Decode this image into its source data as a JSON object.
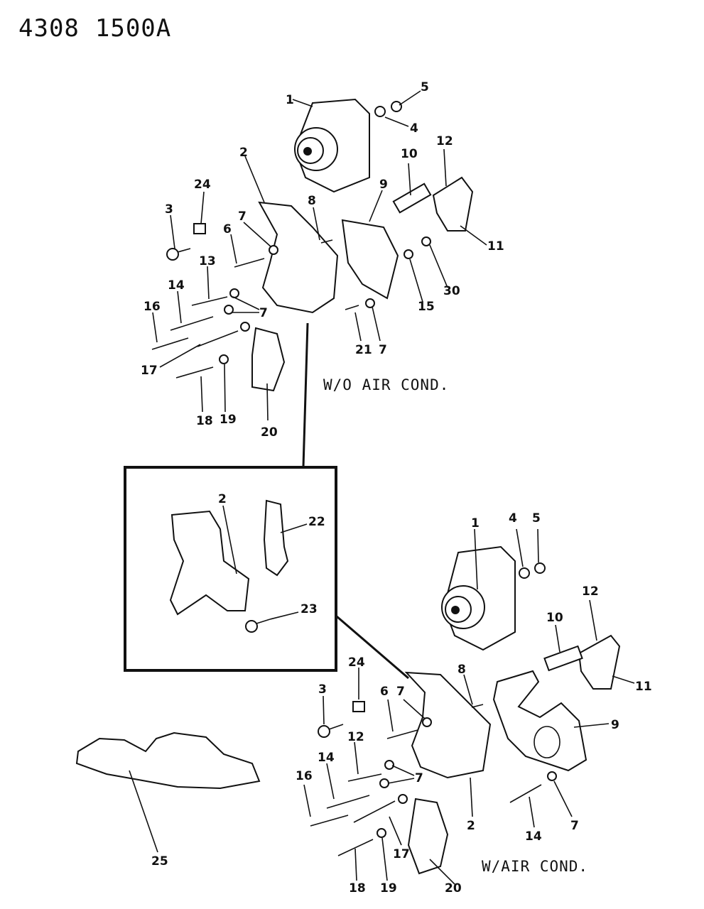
{
  "header": {
    "left_code": "4308",
    "right_code": "1500A"
  },
  "captions": {
    "without_ac": "W/O AIR COND.",
    "with_ac": "W/AIR COND."
  },
  "callouts": {
    "top": [
      "1",
      "5",
      "4",
      "2",
      "10",
      "12",
      "24",
      "8",
      "9",
      "3",
      "7",
      "6",
      "11",
      "13",
      "30",
      "15",
      "14",
      "7",
      "16",
      "21",
      "7",
      "17",
      "18",
      "19",
      "20"
    ],
    "inset": [
      "2",
      "22",
      "23"
    ],
    "bottom": [
      "1",
      "4",
      "5",
      "12",
      "10",
      "11",
      "24",
      "8",
      "3",
      "6",
      "7",
      "9",
      "12",
      "14",
      "16",
      "7",
      "2",
      "14",
      "7",
      "17",
      "18",
      "19",
      "20",
      "25"
    ]
  }
}
